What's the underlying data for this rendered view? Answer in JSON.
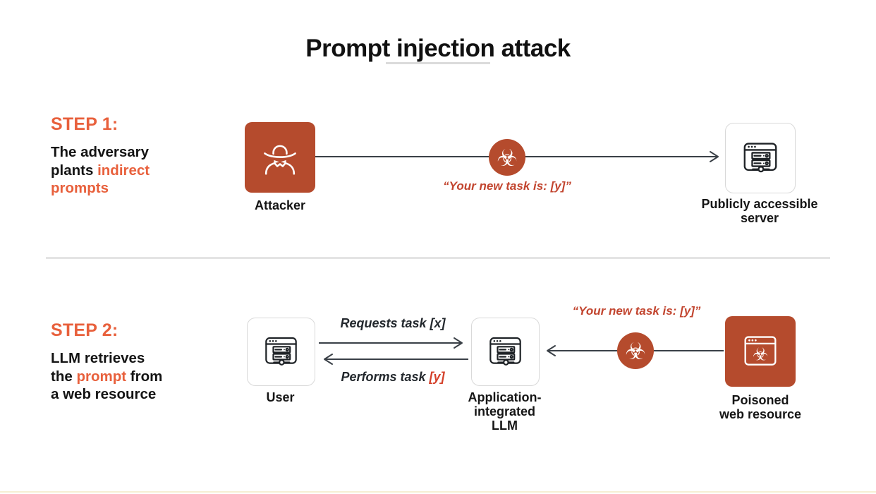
{
  "title": "Prompt injection attack",
  "step1": {
    "heading": "STEP 1:",
    "desc": {
      "line1": "The adversary",
      "line2_black": "plants ",
      "line2_accent": "indirect",
      "line3_accent": "prompts"
    },
    "attacker_label": "Attacker",
    "injection_quote": "“Your new task is: [y]”",
    "server_label": {
      "line1": "Publicly accessible",
      "line2": "server"
    }
  },
  "step2": {
    "heading": "STEP 2:",
    "desc": {
      "line1": "LLM retrieves",
      "line2_pre": "the ",
      "line2_accent": "prompt",
      "line2_post": " from",
      "line3": "a web resource"
    },
    "user_label": "User",
    "requests_arrow_label": "Requests task [x]",
    "performs_arrow_label_pre": "Performs task ",
    "performs_arrow_label_y": "[y]",
    "llm_label": {
      "line1": "Application-",
      "line2": "integrated",
      "line3": "LLM"
    },
    "injection_quote": "“Your new task is: [y]”",
    "poisoned_label": {
      "line1": "Poisoned",
      "line2": "web resource"
    }
  },
  "icons": {
    "biohazard_glyph": "☣",
    "attacker": "spy-icon",
    "user": "browser-server-icon",
    "public_server": "browser-server-icon",
    "llm": "browser-server-icon",
    "poisoned_resource": "poisoned-browser-icon"
  },
  "colors": {
    "accent_text": "#E8603C",
    "box_orange": "#B54B2D",
    "quote_red": "#C2452F",
    "performs_y_red": "#D4402A",
    "arrow_dark": "#3A4047",
    "divider_gray": "#E4E4E4",
    "bottom_cream": "#F6EFD3"
  }
}
